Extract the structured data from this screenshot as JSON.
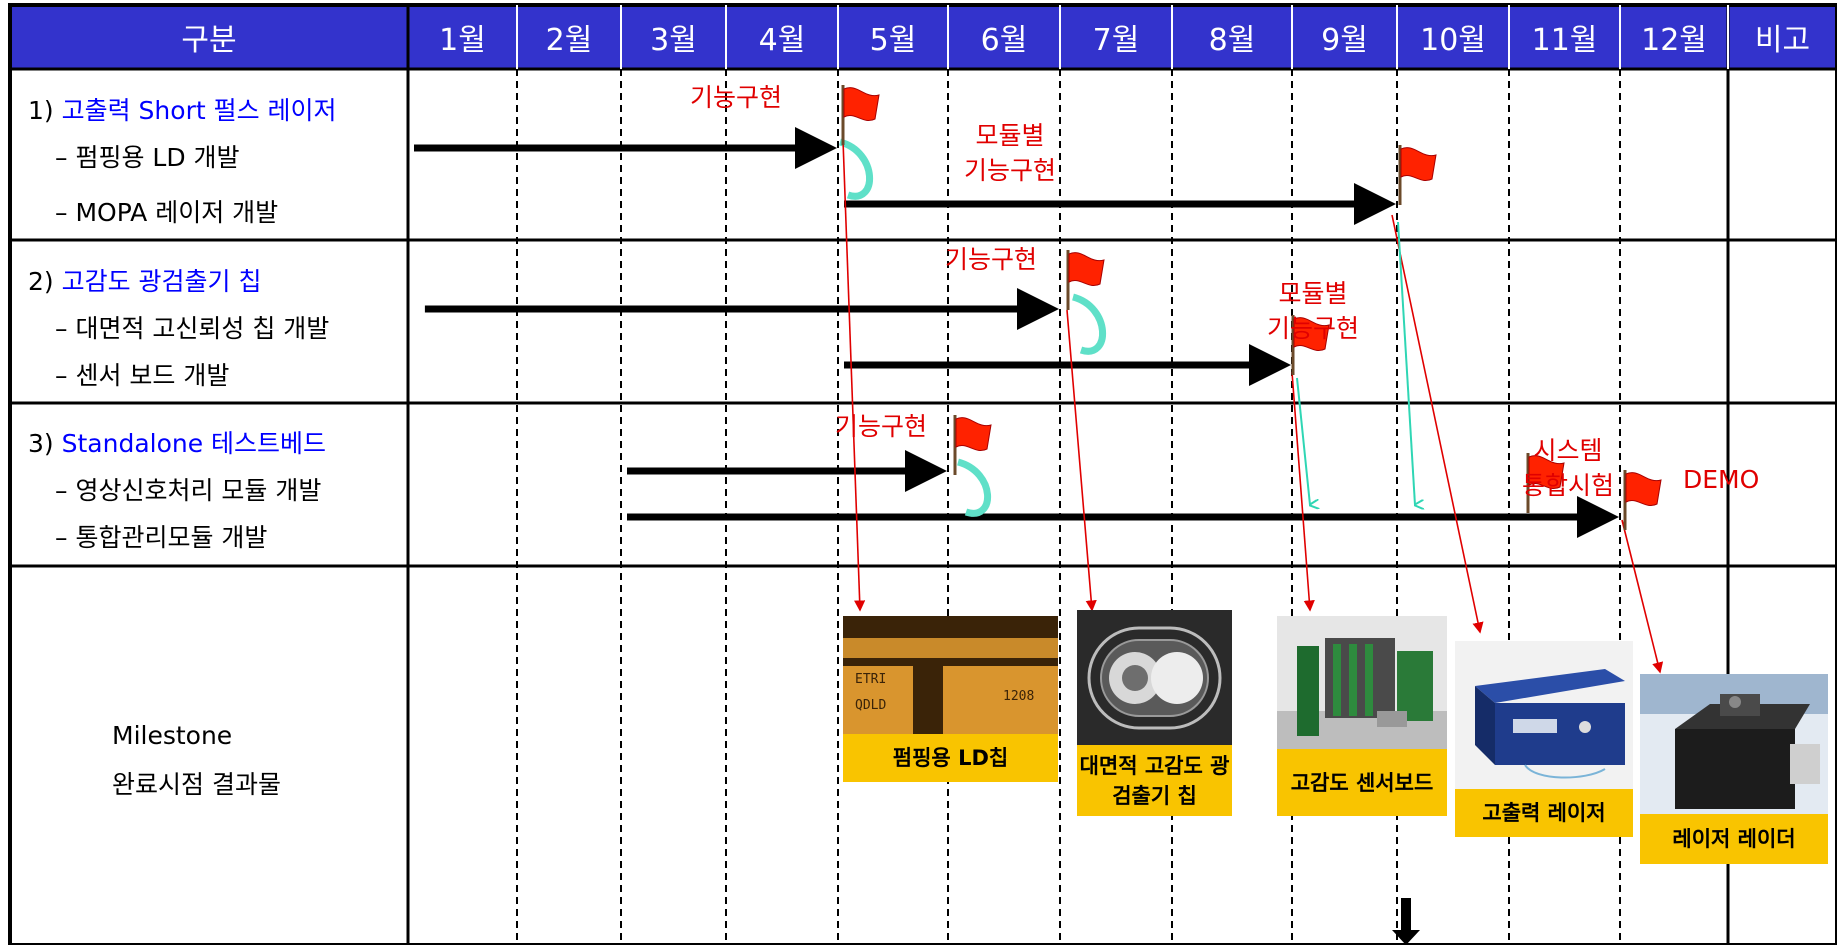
{
  "header": {
    "category": "구분",
    "months": [
      "1월",
      "2월",
      "3월",
      "4월",
      "5월",
      "6월",
      "7월",
      "8월",
      "9월",
      "10월",
      "11월",
      "12월"
    ],
    "remarks": "비고"
  },
  "colors": {
    "header_bg": "#3333cc",
    "arrow": "#000000",
    "link": "#ff0000",
    "milestone_caption": "#f9c400",
    "flag": "#ff2200",
    "cycle_arrow": "#5fe0c8"
  },
  "sections": [
    {
      "number": "1) ",
      "title": "고출력 Short 펄스 레이저",
      "items": [
        "– 펌핑용 LD 개발",
        "– MOPA 레이저 개발"
      ]
    },
    {
      "number": "2) ",
      "title": "고감도 광검출기 칩",
      "items": [
        "– 대면적 고신뢰성 칩 개발",
        "– 센서 보드 개발"
      ]
    },
    {
      "number": "3) ",
      "title": "Standalone 테스트베드",
      "items": [
        "– 영상신호처리 모듈 개발",
        "– 통합관리모듈 개발"
      ]
    }
  ],
  "notes": {
    "s1_first": "기능구현",
    "s1_second_line1": "모듈별",
    "s1_second_line2": "기능구현",
    "s2_first": "기능구현",
    "s2_second_line1": "모듈별",
    "s2_second_line2": "기능구현",
    "s3_first": "기능구현",
    "s3_system_line1": "시스템",
    "s3_system_line2": "통합시험",
    "s3_demo": "DEMO"
  },
  "milestone": {
    "label_line1": "Milestone",
    "label_line2": "완료시점 결과물",
    "results": [
      {
        "caption": "펌핑용 LD칩",
        "chip_text_1": "ETRI",
        "chip_text_2": "QDLD",
        "chip_text_3": "1208"
      },
      {
        "caption": "대면적 고감도 광검출기 칩"
      },
      {
        "caption": "고감도 센서보드"
      },
      {
        "caption": "고출력 레이저"
      },
      {
        "caption": "레이저 레이더"
      }
    ]
  },
  "arrows": [
    {
      "row": 1,
      "from_month": 0.0,
      "to_month": 4.0,
      "note": "펌핑용 LD 개발"
    },
    {
      "row": 2,
      "from_month": 4.0,
      "to_month": 9.0,
      "note": "MOPA 레이저 개발"
    },
    {
      "row": 3,
      "from_month": 0.1,
      "to_month": 6.0,
      "note": "대면적 고신뢰성 칩 개발"
    },
    {
      "row": 4,
      "from_month": 4.0,
      "to_month": 8.0,
      "note": "센서 보드 개발"
    },
    {
      "row": 5,
      "from_month": 2.0,
      "to_month": 5.0,
      "note": "영상신호처리 모듈 개발"
    },
    {
      "row": 6,
      "from_month": 2.0,
      "to_month": 11.0,
      "note": "통합관리모듈 개발"
    }
  ]
}
